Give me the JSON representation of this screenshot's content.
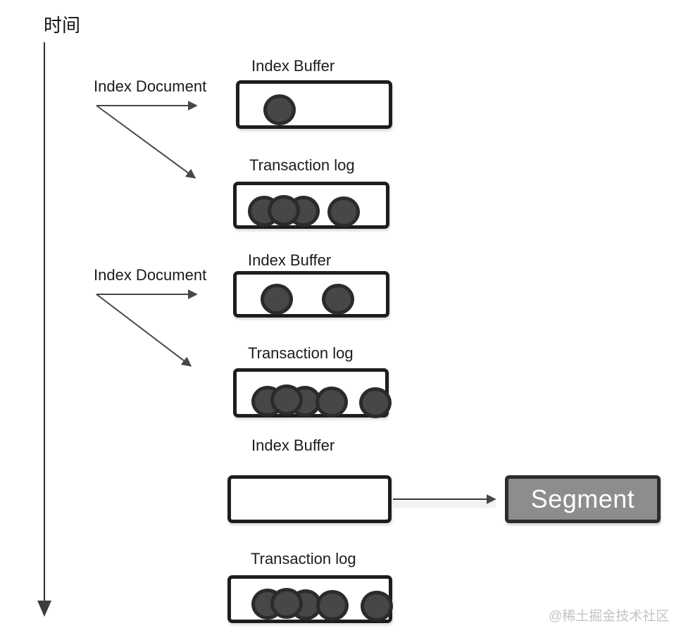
{
  "timeline": {
    "label": "时间"
  },
  "steps": [
    {
      "action_label": "Index Document",
      "index_buffer": {
        "label": "Index Buffer",
        "doc_count": 1
      },
      "transaction_log": {
        "label": "Transaction log",
        "doc_count": 4
      }
    },
    {
      "action_label": "Index Document",
      "index_buffer": {
        "label": "Index Buffer",
        "doc_count": 2
      },
      "transaction_log": {
        "label": "Transaction log",
        "doc_count": 5
      }
    },
    {
      "index_buffer": {
        "label": "Index Buffer",
        "doc_count": 0
      },
      "segment": {
        "label": "Segment"
      },
      "transaction_log": {
        "label": "Transaction log",
        "doc_count": 5
      }
    }
  ],
  "colors": {
    "box_border": "#1d1d1d",
    "dot_fill": "#474747",
    "dot_ring": "#2b2b2b",
    "arrow": "#474747",
    "segment_fill": "#8d8d8d",
    "segment_border": "#2c2c2c",
    "segment_text": "#ffffff",
    "watermark": "#c3c3c3"
  },
  "watermark": {
    "text": "@稀土掘金技术社区"
  }
}
